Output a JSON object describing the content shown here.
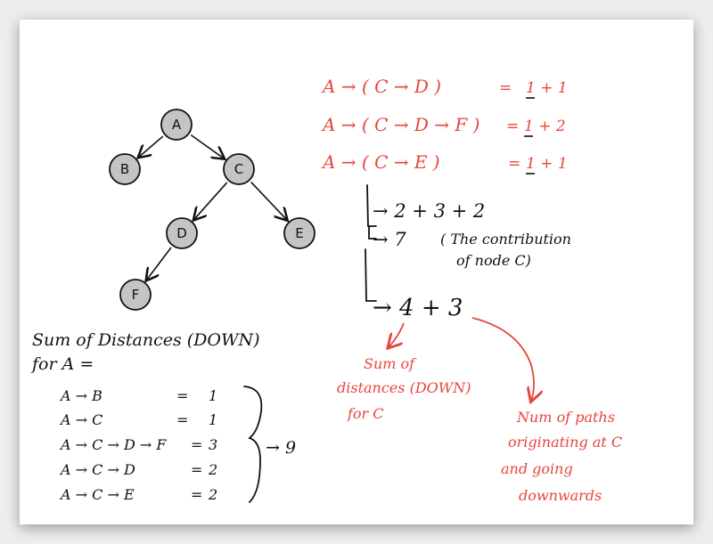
{
  "colors": {
    "ink": "#111111",
    "accent": "#e8453c",
    "node_fill": "#c4c4c4"
  },
  "tree": {
    "nodes": [
      {
        "id": "A",
        "label": "A"
      },
      {
        "id": "B",
        "label": "B"
      },
      {
        "id": "C",
        "label": "C"
      },
      {
        "id": "D",
        "label": "D"
      },
      {
        "id": "E",
        "label": "E"
      },
      {
        "id": "F",
        "label": "F"
      }
    ],
    "edges": [
      {
        "from": "A",
        "to": "B"
      },
      {
        "from": "A",
        "to": "C"
      },
      {
        "from": "C",
        "to": "D"
      },
      {
        "from": "C",
        "to": "E"
      },
      {
        "from": "D",
        "to": "F"
      }
    ]
  },
  "left_notes": {
    "title_line1": "Sum of Distances (DOWN)",
    "title_line2": "for A =",
    "rows": [
      {
        "path": "A → B",
        "eq": "=",
        "val": "1"
      },
      {
        "path": "A → C",
        "eq": "=",
        "val": "1"
      },
      {
        "path": "A → C → D → F",
        "eq": "=",
        "val": "3"
      },
      {
        "path": "A → C → D",
        "eq": "=",
        "val": "2"
      },
      {
        "path": "A → C → E",
        "eq": "=",
        "val": "2"
      }
    ],
    "total": "→ 9"
  },
  "right_notes": {
    "paths": [
      {
        "path": "A →  ( C → D )",
        "eq": "=",
        "val": "1 + 1"
      },
      {
        "path": "A →  ( C → D → F )",
        "eq": "=",
        "val": "1 + 2"
      },
      {
        "path": "A →  ( C → E )",
        "eq": "=",
        "val": "1 + 1"
      }
    ],
    "line1": "→ 2 + 3 + 2",
    "line2": "→ 7",
    "contrib_line1": "( The contribution",
    "contrib_line2": "of node C)",
    "line3": "→ 4 + 3",
    "annot_left": [
      "Sum of",
      "distances (DOWN)",
      "for C"
    ],
    "annot_right": [
      "Num of paths",
      "originating at C",
      "and going",
      "downwards"
    ]
  }
}
